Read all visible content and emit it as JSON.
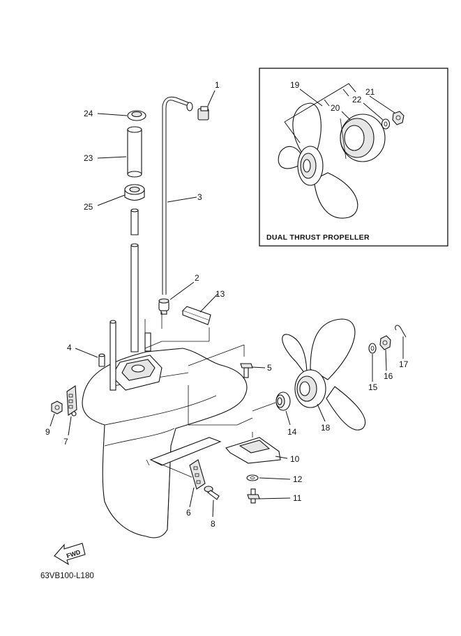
{
  "diagram_code": "63VB100-L180",
  "inset_title": "DUAL THRUST PROPELLER",
  "fwd_label": "FWD",
  "callouts": [
    {
      "id": "1",
      "text": "1"
    },
    {
      "id": "2",
      "text": "2"
    },
    {
      "id": "3",
      "text": "3"
    },
    {
      "id": "4",
      "text": "4"
    },
    {
      "id": "5",
      "text": "5"
    },
    {
      "id": "6",
      "text": "6"
    },
    {
      "id": "7",
      "text": "7"
    },
    {
      "id": "8",
      "text": "8"
    },
    {
      "id": "9",
      "text": "9"
    },
    {
      "id": "10",
      "text": "10"
    },
    {
      "id": "11",
      "text": "11"
    },
    {
      "id": "12",
      "text": "12"
    },
    {
      "id": "13",
      "text": "13"
    },
    {
      "id": "14",
      "text": "14"
    },
    {
      "id": "15",
      "text": "15"
    },
    {
      "id": "16",
      "text": "16"
    },
    {
      "id": "17",
      "text": "17"
    },
    {
      "id": "18",
      "text": "18"
    },
    {
      "id": "19",
      "text": "19"
    },
    {
      "id": "20",
      "text": "20"
    },
    {
      "id": "21",
      "text": "21"
    },
    {
      "id": "22",
      "text": "22"
    },
    {
      "id": "23",
      "text": "23"
    },
    {
      "id": "24",
      "text": "24"
    },
    {
      "id": "25",
      "text": "25"
    }
  ]
}
